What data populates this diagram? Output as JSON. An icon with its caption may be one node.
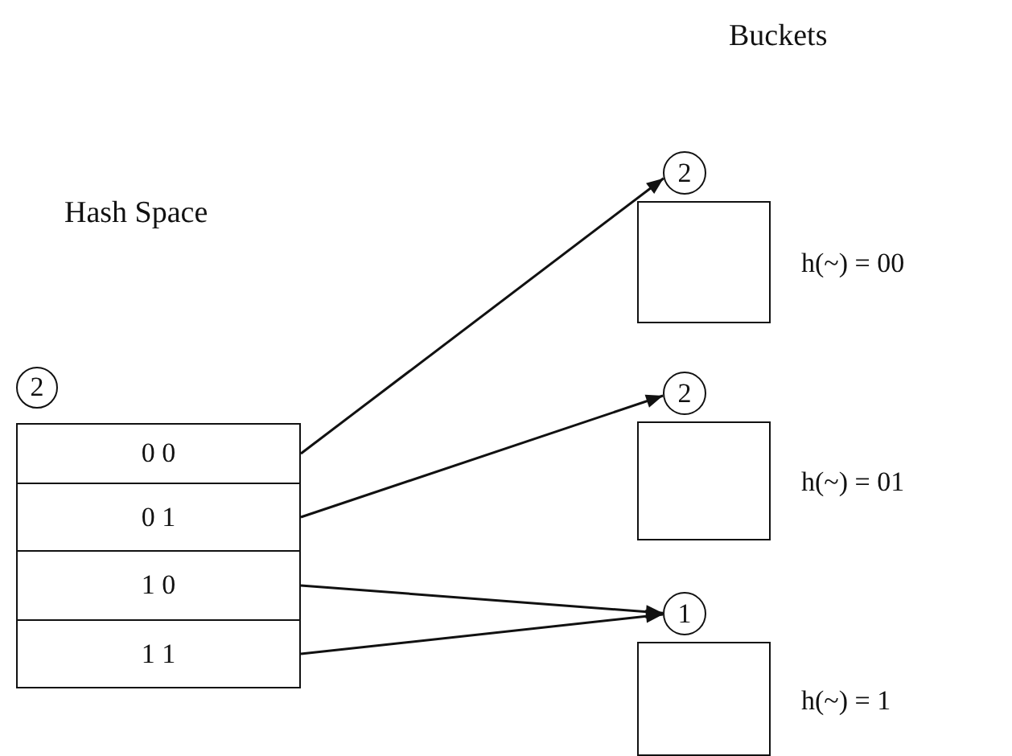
{
  "diagram": {
    "nodes": [
      {
        "text": [
          "2"
        ]
      },
      {
        "text": [
          "0 0"
        ]
      },
      {
        "text": [
          "0 1"
        ]
      },
      {
        "text": [
          "1 0"
        ]
      },
      {
        "text": [
          "1 1"
        ]
      },
      {
        "text": [
          "2"
        ]
      },
      {
        "text": [],
        "shape": "box",
        "beside": [
          "h(~) = 00"
        ]
      },
      {
        "text": [
          "2"
        ]
      },
      {
        "text": [],
        "shape": "box",
        "beside": [
          "h(~) = 01"
        ]
      },
      {
        "text": [
          "1"
        ]
      },
      {
        "text": [],
        "shape": "box",
        "beside": [
          "h(~) = 1"
        ]
      }
    ],
    "edges": [
      {
        "from": 1,
        "to": 5,
        "arrow": "to"
      },
      {
        "from": 2,
        "to": 7,
        "arrow": "to"
      },
      {
        "from": 3,
        "to": 9,
        "arrow": "to"
      },
      {
        "from": 4,
        "to": 9,
        "arrow": "to"
      }
    ],
    "labels": [
      "Buckets",
      "Hash Space"
    ]
  }
}
